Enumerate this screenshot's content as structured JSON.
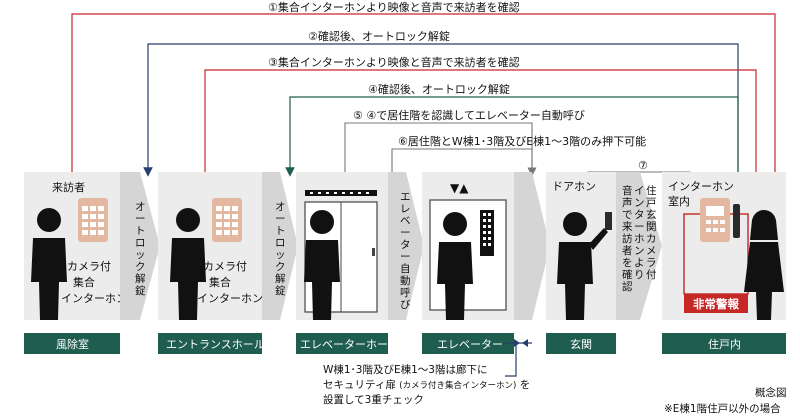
{
  "routes": [
    {
      "label": "①集合インターホンより映像と音声で来訪者を確認",
      "color": "#c62828"
    },
    {
      "label": "②確認後、オートロック解錠",
      "color": "#283f6e"
    },
    {
      "label": "③集合インターホンより映像と音声で来訪者を確認",
      "color": "#c62828"
    },
    {
      "label": "④確認後、オートロック解錠",
      "color": "#1f5d4f"
    },
    {
      "label": "⑤ ④で居住階を認識してエレベーター自動呼び",
      "color": "#777777"
    },
    {
      "label": "⑥居住階とW棟1･3階及びE棟1～3階のみ押下可能",
      "color": "#777777"
    },
    {
      "label": "⑦",
      "color": "#777777"
    }
  ],
  "panels": {
    "p1_title": "来訪者",
    "p1_device": [
      "カメラ付",
      "集合",
      "インターホン"
    ],
    "p2_device": [
      "カメラ付",
      "集合",
      "インターホン"
    ],
    "p5_title": "ドアホン",
    "p6_title": [
      "インターホン",
      "室内"
    ],
    "alarm": "非常警報",
    "elevator_arrows": "▼▲"
  },
  "chevrons": {
    "c1": [
      "オ",
      "ー",
      "ト",
      "ロ",
      "ッ",
      "ク",
      "解",
      "錠"
    ],
    "c2": [
      "オ",
      "ー",
      "ト",
      "ロ",
      "ッ",
      "ク",
      "解",
      "錠"
    ],
    "c3": [
      "エ",
      "レ",
      "ベ",
      "ー",
      "タ",
      "ー",
      "自",
      "動",
      "呼",
      "び"
    ],
    "c5": [
      [
        "住",
        "戸",
        "玄",
        "関",
        "カ",
        "メ",
        "ラ",
        "付"
      ],
      [
        "イ",
        "ン",
        "タ",
        "ー",
        "ホ",
        "ン",
        "よ",
        "り"
      ],
      [
        "音",
        "声",
        "で",
        "来",
        "訪",
        "者",
        "を",
        "確",
        "認"
      ]
    ]
  },
  "areas": [
    "風除室",
    "エントランスホール",
    "エレベーターホール",
    "エレベーター",
    "玄関",
    "住戸内"
  ],
  "security_note": [
    "W棟1･3階及びE棟1～3階は廊下に",
    "セキュリティ扉",
    "(カメラ付き集合インターホン)",
    "を",
    "設置して3重チェック"
  ],
  "caption": "概念図",
  "footnote": "※E棟1階住戸以外の場合",
  "colors": {
    "red": "#c62828",
    "navy": "#283f6e",
    "green": "#1f5d4f",
    "grey": "#777777",
    "area": "#1f5d4f",
    "alarm": "#c62828",
    "phone": "#e3b7a0"
  }
}
